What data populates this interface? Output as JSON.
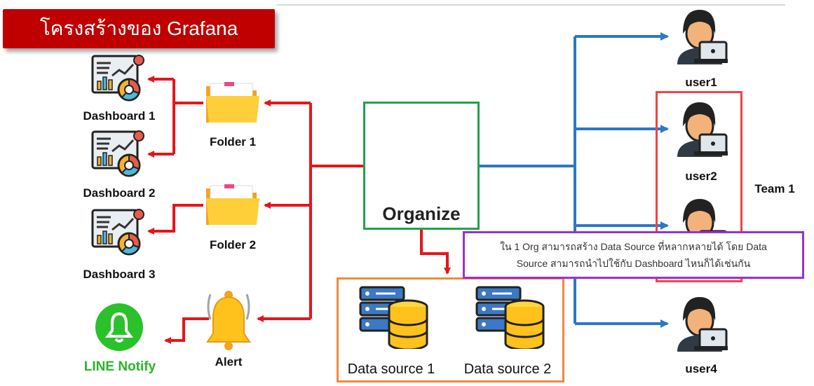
{
  "title": "โครงสร้างของ Grafana",
  "organize": {
    "label": "Organize"
  },
  "folders": [
    {
      "label": "Folder 1"
    },
    {
      "label": "Folder 2"
    }
  ],
  "dashboards": [
    {
      "label": "Dashboard 1"
    },
    {
      "label": "Dashboard 2"
    },
    {
      "label": "Dashboard 3"
    }
  ],
  "alert": {
    "label": "Alert"
  },
  "line_notify": {
    "label": "LINE Notify"
  },
  "datasources": [
    {
      "label": "Data source 1"
    },
    {
      "label": "Data source 2"
    }
  ],
  "users": [
    {
      "label": "user1"
    },
    {
      "label": "user2"
    },
    {
      "label": "user4"
    }
  ],
  "team": {
    "label": "Team 1"
  },
  "note": {
    "line1": "ใน 1 Org สามารถสร้าง Data Source ที่หลากหลายได้ โดย Data",
    "line2": "Source สามารถนำไปใช้กับ Dashboard ไหนก็ได้เช่นกัน"
  },
  "colors": {
    "red_arrow": "#e8141b",
    "blue_arrow": "#2b78c6",
    "org_border": "#22a24a",
    "ds_border": "#f08a3c",
    "team_border": "#ef4444",
    "note_border": "#9b30d0",
    "banner": "#c00000",
    "line_green": "#2bb52b"
  }
}
